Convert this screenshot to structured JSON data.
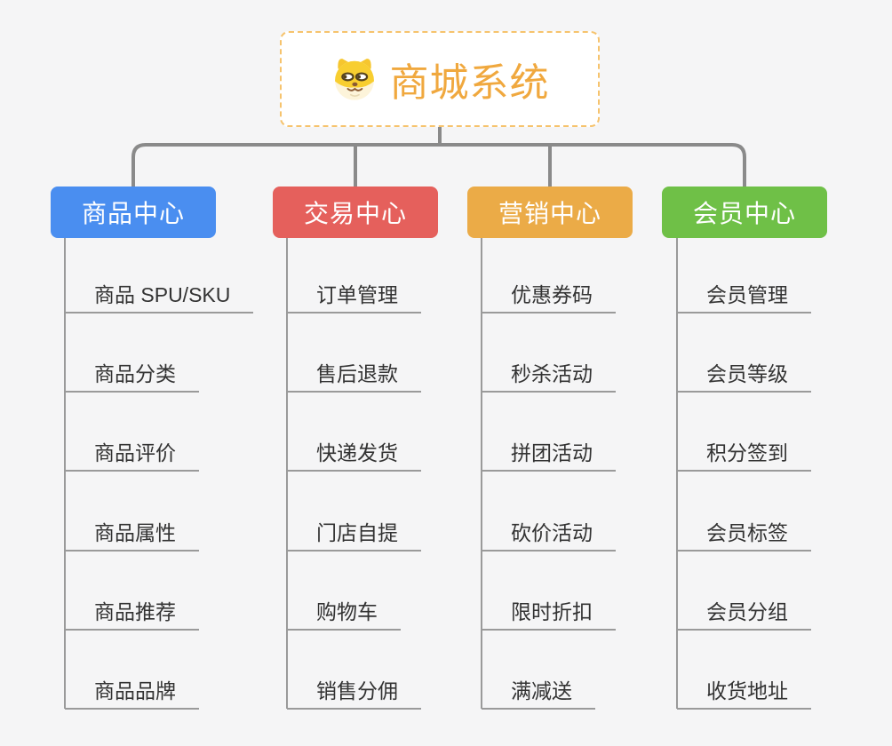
{
  "root": {
    "title": "商城系统",
    "icon": "dog-face-icon",
    "title_color": "#f0a83e",
    "border_color": "#f6c36d"
  },
  "connector_color": "#8a8a8a",
  "leaf_line_color": "#9a9a9a",
  "branches": [
    {
      "label": "商品中心",
      "color": "#4a8ef0",
      "items": [
        "商品 SPU/SKU",
        "商品分类",
        "商品评价",
        "商品属性",
        "商品推荐",
        "商品品牌"
      ]
    },
    {
      "label": "交易中心",
      "color": "#e5605c",
      "items": [
        "订单管理",
        "售后退款",
        "快递发货",
        "门店自提",
        "购物车",
        "销售分佣"
      ]
    },
    {
      "label": "营销中心",
      "color": "#ebab47",
      "items": [
        "优惠券码",
        "秒杀活动",
        "拼团活动",
        "砍价活动",
        "限时折扣",
        "满减送"
      ]
    },
    {
      "label": "会员中心",
      "color": "#6fc047",
      "items": [
        "会员管理",
        "会员等级",
        "积分签到",
        "会员标签",
        "会员分组",
        "收货地址"
      ]
    }
  ]
}
